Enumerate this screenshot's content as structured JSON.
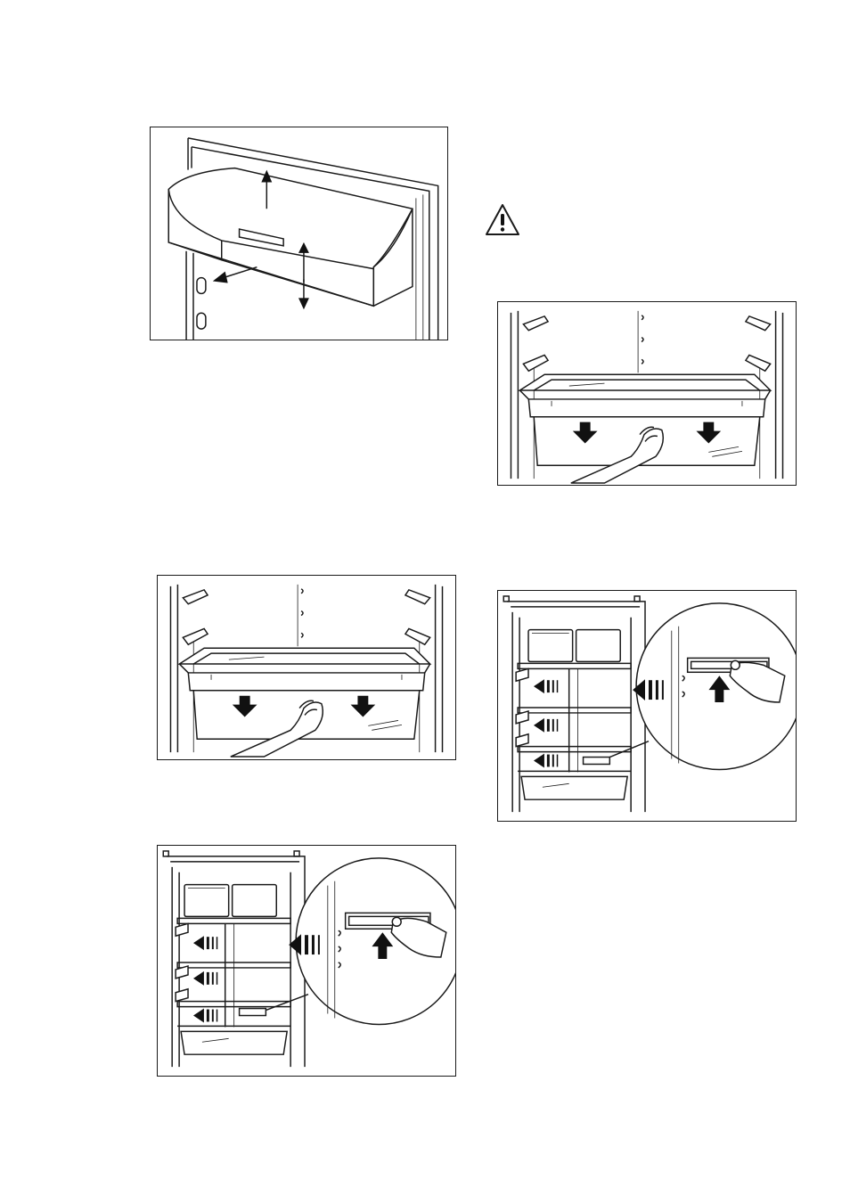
{
  "page": {
    "background": "#ffffff",
    "line_color": "#1a1a1a"
  },
  "icons": {
    "warning": "warning-triangle-icon",
    "arrow": "arrow-icon",
    "hand": "hand-icon"
  },
  "figures": [
    {
      "id": "fig-door-balcony",
      "depicts": "door-balcony-removal"
    },
    {
      "id": "fig-drawer-pull-1",
      "depicts": "drawer-pull-out"
    },
    {
      "id": "fig-drawer-pull-2",
      "depicts": "drawer-pull-out"
    },
    {
      "id": "fig-shelf-release-1",
      "depicts": "shelf-release-detail"
    },
    {
      "id": "fig-shelf-release-2",
      "depicts": "shelf-release-detail"
    }
  ]
}
